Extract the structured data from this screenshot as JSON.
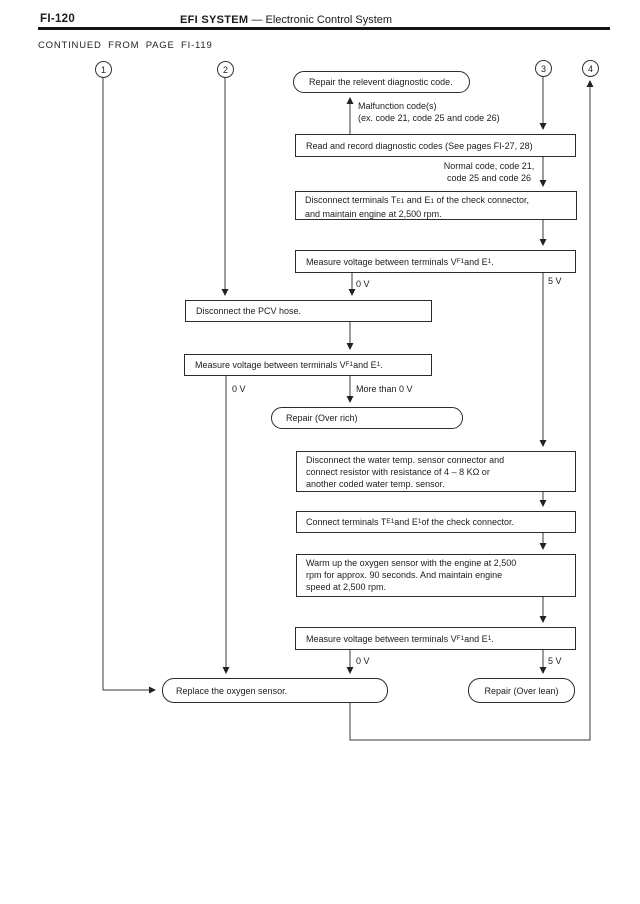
{
  "header": {
    "page_code": "FI-120",
    "section_title_bold": "EFI SYSTEM",
    "section_separator": "—",
    "section_title_rest": "Electronic Control System",
    "continued_from": "CONTINUED FROM PAGE FI-119"
  },
  "connectors": {
    "c1": "1",
    "c2": "2",
    "c3": "3",
    "c4": "4"
  },
  "flowchart": {
    "nodes": {
      "repair_diagnostic": "Repair the relevent diagnostic code.",
      "read_record": "Read and record diagnostic codes (See pages FI-27, 28)",
      "disconnect_terminals": [
        {
          "t": "Disconnect terminals T"
        },
        {
          "t": "E1",
          "sub": true
        },
        {
          "t": " and E"
        },
        {
          "t": "1",
          "sub": true
        },
        {
          "t": " of the check connector,\nand maintain engine at 2,500 rpm."
        }
      ],
      "measure_voltage_top": [
        {
          "t": "Measure voltage between terminals V"
        },
        {
          "t": "F1",
          "sub": true
        },
        {
          "t": " and E"
        },
        {
          "t": "1",
          "sub": true
        },
        {
          "t": "."
        }
      ],
      "disconnect_pcv": "Disconnect the PCV hose.",
      "measure_voltage_mid": [
        {
          "t": "Measure voltage between terminals V"
        },
        {
          "t": "F1",
          "sub": true
        },
        {
          "t": " and E"
        },
        {
          "t": "1",
          "sub": true
        },
        {
          "t": "."
        }
      ],
      "repair_over_rich": "Repair (Over rich)",
      "water_temp": "Disconnect the water temp. sensor connector and\nconnect resistor with resistance of 4 – 8 KΩ or\nanother coded water temp. sensor.",
      "connect_terminals": [
        {
          "t": "Connect terminals T"
        },
        {
          "t": "E1",
          "sub": true
        },
        {
          "t": " and E"
        },
        {
          "t": "1",
          "sub": true
        },
        {
          "t": " of the check connector."
        }
      ],
      "warm_up": "Warm up the oxygen sensor with the engine at 2,500\nrpm for approx. 90 seconds.  And maintain engine\nspeed at 2,500 rpm.",
      "measure_voltage_bottom": [
        {
          "t": "Measure voltage between terminals V"
        },
        {
          "t": "F1",
          "sub": true
        },
        {
          "t": " and E"
        },
        {
          "t": "1",
          "sub": true
        },
        {
          "t": "."
        }
      ],
      "replace_oxygen": "Replace the oxygen sensor.",
      "repair_over_lean": "Repair (Over lean)"
    },
    "labels": {
      "malfunction": "Malfunction code(s)\n(ex. code 21, code 25 and code 26)",
      "normal": "Normal code, code 21,\ncode 25 and code 26",
      "zero_v": "0 V",
      "five_v": "5 V",
      "more_than_zero": "More than 0 V"
    }
  },
  "colors": {
    "ink": "#1c1c1c",
    "line": "#3a3a3a",
    "paper": "#ffffff"
  }
}
